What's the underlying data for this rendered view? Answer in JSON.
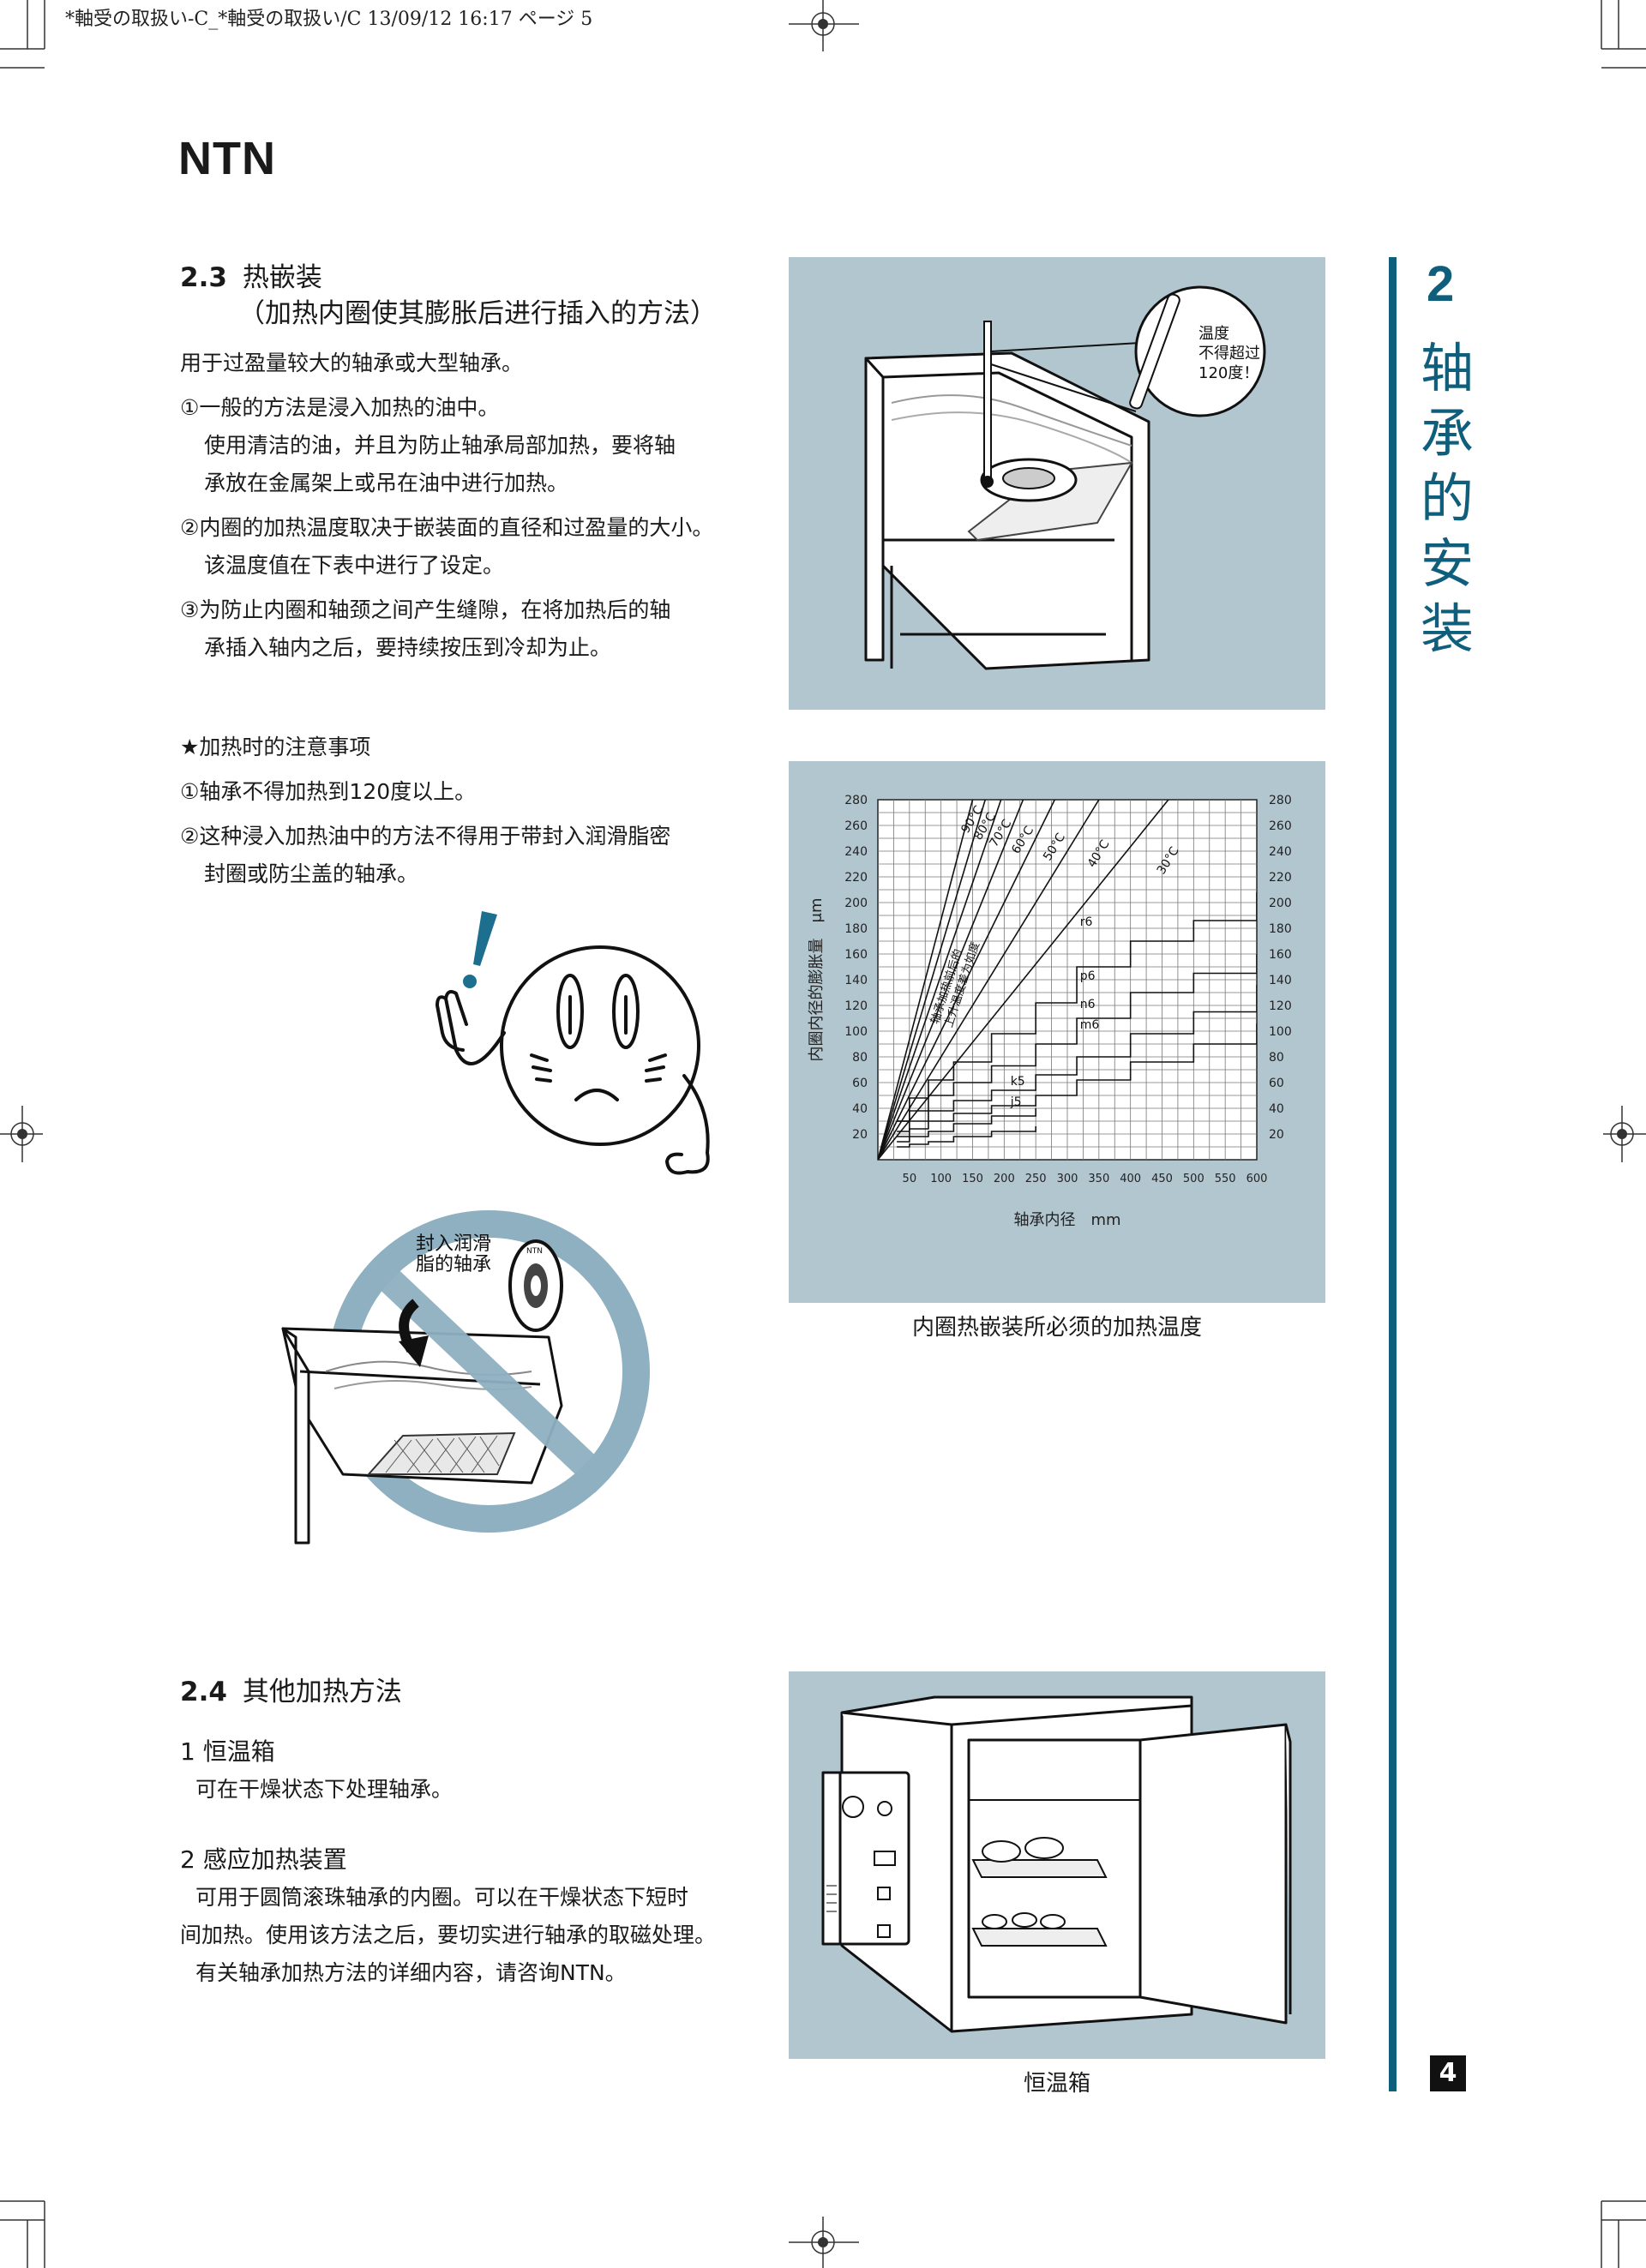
{
  "header": {
    "file_line": "*軸受の取扱い-C_*軸受の取扱い/C  13/09/12  16:17  ページ 5"
  },
  "brand": "NTN",
  "chapter": {
    "number": "2",
    "title": "轴承的安装"
  },
  "page_number": "4",
  "section_2_3": {
    "number": "2.3",
    "title": "热嵌装",
    "subtitle": "（加热内圈使其膨胀后进行插入的方法）",
    "intro": "用于过盈量较大的轴承或大型轴承。",
    "items": [
      {
        "l1": "①一般的方法是浸入加热的油中。",
        "l2": "使用清洁的油，并且为防止轴承局部加热，要将轴",
        "l3": "承放在金属架上或吊在油中进行加热。"
      },
      {
        "l1": "②内圈的加热温度取决于嵌装面的直径和过盈量的大小。",
        "l2": "该温度值在下表中进行了设定。"
      },
      {
        "l1": "③为防止内圈和轴颈之间产生缝隙，在将加热后的轴",
        "l2": "承插入轴内之后，要持续按压到冷却为止。"
      }
    ],
    "caution_title": "★加热时的注意事项",
    "cautions": [
      {
        "l1": "①轴承不得加热到120度以上。"
      },
      {
        "l1": "②这种浸入加热油中的方法不得用于带封入润滑脂密",
        "l2": "封圈或防尘盖的轴承。"
      }
    ]
  },
  "bath_figure": {
    "callout": [
      "温度",
      "不得超过",
      "120度！"
    ]
  },
  "prohibit_figure": {
    "label": [
      "封入润滑",
      "脂的轴承"
    ],
    "bearing_mark": "NTN"
  },
  "chart_caption": "内圈热嵌装所必须的加热温度",
  "chart_data": {
    "type": "line",
    "xlabel": "轴承内径　mm",
    "ylabel": "内圈内径的膨胀量　μm",
    "xlim": [
      0,
      600
    ],
    "ylim": [
      0,
      280
    ],
    "x_ticks": [
      50,
      100,
      150,
      200,
      250,
      300,
      350,
      400,
      450,
      500,
      550,
      600
    ],
    "y_ticks": [
      20,
      40,
      60,
      80,
      100,
      120,
      140,
      160,
      180,
      200,
      220,
      240,
      260,
      280
    ],
    "grid": true,
    "annotation": [
      "轴承加热前后的",
      "上升温度差为如度"
    ],
    "series": [
      {
        "name": "90°C",
        "x": [
          0,
          150
        ],
        "y": [
          0,
          280
        ]
      },
      {
        "name": "80°C",
        "x": [
          0,
          170
        ],
        "y": [
          0,
          280
        ]
      },
      {
        "name": "70°C",
        "x": [
          0,
          195
        ],
        "y": [
          0,
          280
        ]
      },
      {
        "name": "60°C",
        "x": [
          0,
          230
        ],
        "y": [
          0,
          280
        ]
      },
      {
        "name": "50°C",
        "x": [
          0,
          280
        ],
        "y": [
          0,
          280
        ]
      },
      {
        "name": "40°C",
        "x": [
          0,
          350
        ],
        "y": [
          0,
          280
        ]
      },
      {
        "name": "30°C",
        "x": [
          0,
          460
        ],
        "y": [
          0,
          280
        ]
      }
    ],
    "fit_steps": [
      {
        "name": "r6",
        "x": [
          30,
          50,
          80,
          120,
          180,
          250,
          315,
          400,
          500,
          600
        ],
        "y": [
          30,
          48,
          62,
          76,
          98,
          122,
          150,
          170,
          186,
          208
        ],
        "label_at": [
          320,
          182
        ]
      },
      {
        "name": "p6",
        "x": [
          30,
          50,
          80,
          120,
          180,
          250,
          315,
          400,
          500,
          600
        ],
        "y": [
          30,
          38,
          50,
          60,
          73,
          90,
          110,
          130,
          145,
          160
        ],
        "label_at": [
          320,
          140
        ]
      },
      {
        "name": "n6",
        "x": [
          30,
          50,
          80,
          120,
          180,
          250,
          315,
          400,
          500,
          600
        ],
        "y": [
          22,
          30,
          38,
          46,
          54,
          66,
          80,
          98,
          115,
          136
        ],
        "label_at": [
          320,
          118
        ]
      },
      {
        "name": "m6",
        "x": [
          30,
          50,
          80,
          120,
          180,
          250,
          315,
          400,
          500,
          600
        ],
        "y": [
          18,
          24,
          30,
          36,
          42,
          50,
          62,
          76,
          90,
          106
        ],
        "label_at": [
          320,
          102
        ]
      },
      {
        "name": "k5",
        "x": [
          30,
          50,
          80,
          120,
          180,
          250
        ],
        "y": [
          14,
          18,
          22,
          28,
          34,
          40
        ],
        "label_at": [
          210,
          58
        ]
      },
      {
        "name": "j5",
        "x": [
          30,
          50,
          80,
          120,
          180,
          250
        ],
        "y": [
          10,
          12,
          14,
          18,
          22,
          26
        ],
        "label_at": [
          210,
          42
        ]
      }
    ]
  },
  "section_2_4": {
    "number": "2.4",
    "title": "其他加热方法",
    "item1_title": "1 恒温箱",
    "item1_text": "可在干燥状态下处理轴承。",
    "item2_title": "2 感应加热装置",
    "item2_l1": "可用于圆筒滚珠轴承的内圈。可以在干燥状态下短时",
    "item2_l2": "间加热。使用该方法之后，要切实进行轴承的取磁处理。",
    "item2_l3": "有关轴承加热方法的详细内容，请咨询NTN。"
  },
  "oven_caption": "恒温箱",
  "colors": {
    "panel": "#b2c6d0",
    "accent": "#0f5f7c",
    "prohibit": "#8fb0c1"
  }
}
